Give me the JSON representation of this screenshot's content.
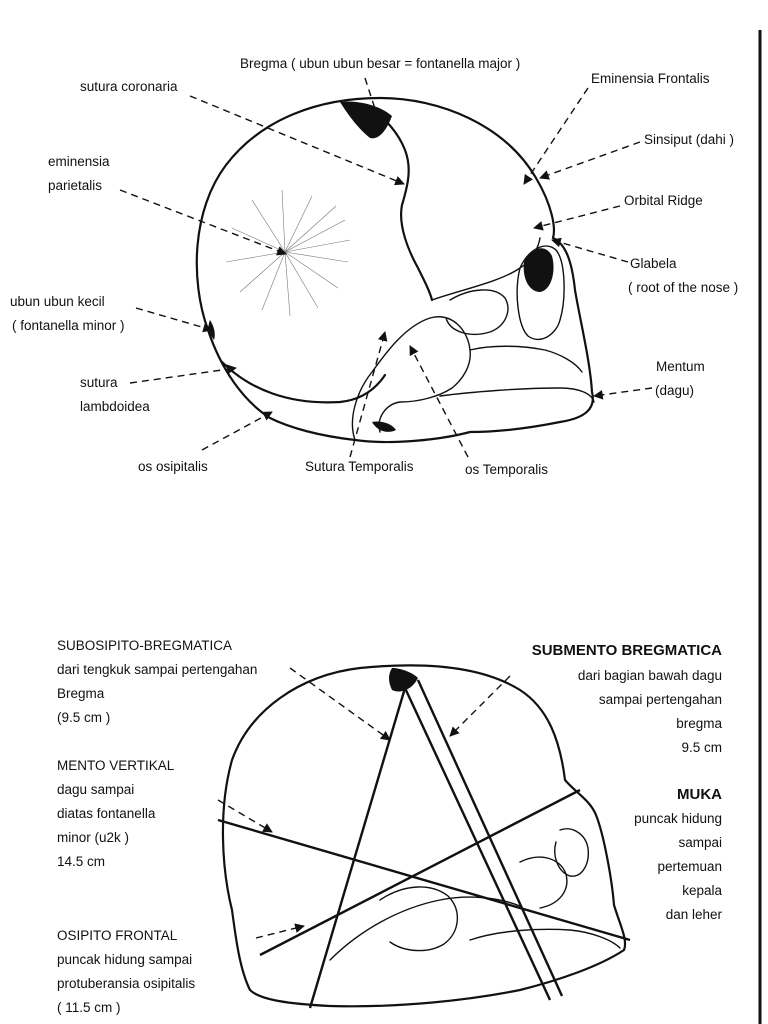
{
  "top_diagram": {
    "labels": {
      "bregma": "Bregma ( ubun ubun besar = fontanella major )",
      "sutura_coronaria": "sutura coronaria",
      "eminensia_frontalis": "Eminensia Frontalis",
      "sinsiput": "Sinsiput (dahi )",
      "orbital_ridge": "Orbital Ridge",
      "glabela": "Glabela",
      "glabela_sub": "( root of the nose )",
      "eminensia_parietalis_1": "eminensia",
      "eminensia_parietalis_2": "parietalis",
      "ubun_kecil_1": "ubun ubun kecil",
      "ubun_kecil_2": "( fontanella minor )",
      "sutura_lambdoidea_1": "sutura",
      "sutura_lambdoidea_2": "lambdoidea",
      "mentum_1": "Mentum",
      "mentum_2": "(dagu)",
      "os_osipitalis": "os osipitalis",
      "sutura_temporalis": "Sutura Temporalis",
      "os_temporalis": "os Temporalis"
    }
  },
  "bottom_diagram": {
    "subosipito": {
      "title": "SUBOSIPITO-BREGMATICA",
      "line1": "dari tengkuk sampai pertengahan",
      "line2": "Bregma",
      "measure": "(9.5 cm )"
    },
    "mento_vertikal": {
      "title": "MENTO VERTIKAL",
      "line1": "dagu sampai",
      "line2": "diatas fontanella",
      "line3": "minor (u2k )",
      "measure": "14.5 cm"
    },
    "osipito_frontal": {
      "title": "OSIPITO FRONTAL",
      "line1": "puncak hidung sampai",
      "line2": "protuberansia osipitalis",
      "measure": "( 11.5 cm )"
    },
    "submento": {
      "title": "SUBMENTO BREGMATICA",
      "line1": "dari bagian bawah dagu",
      "line2": "sampai pertengahan",
      "line3": "bregma",
      "measure": "9.5 cm"
    },
    "muka": {
      "title": "MUKA",
      "line1": "puncak hidung",
      "line2": "sampai",
      "line3": "pertemuan",
      "line4": "kepala",
      "line5": "dan leher"
    }
  }
}
